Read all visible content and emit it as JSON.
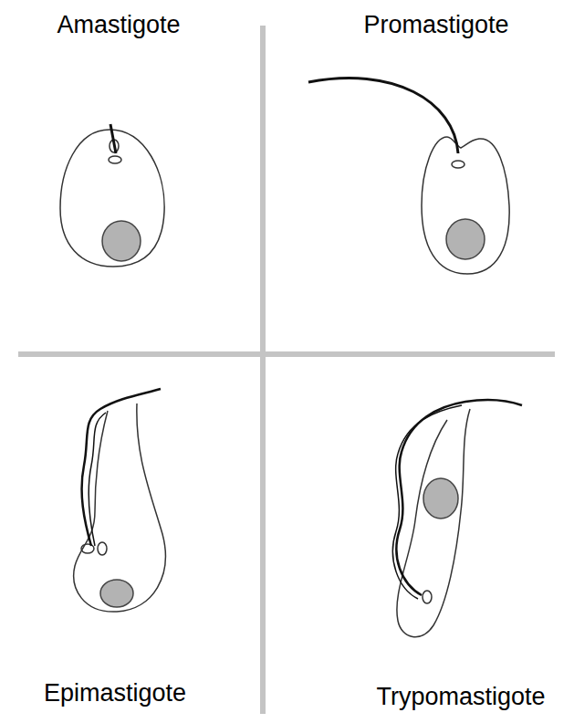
{
  "diagram": {
    "labels": [
      "Amastigote",
      "Promastigote",
      "Epimastigote",
      "Trypomastigote"
    ]
  }
}
